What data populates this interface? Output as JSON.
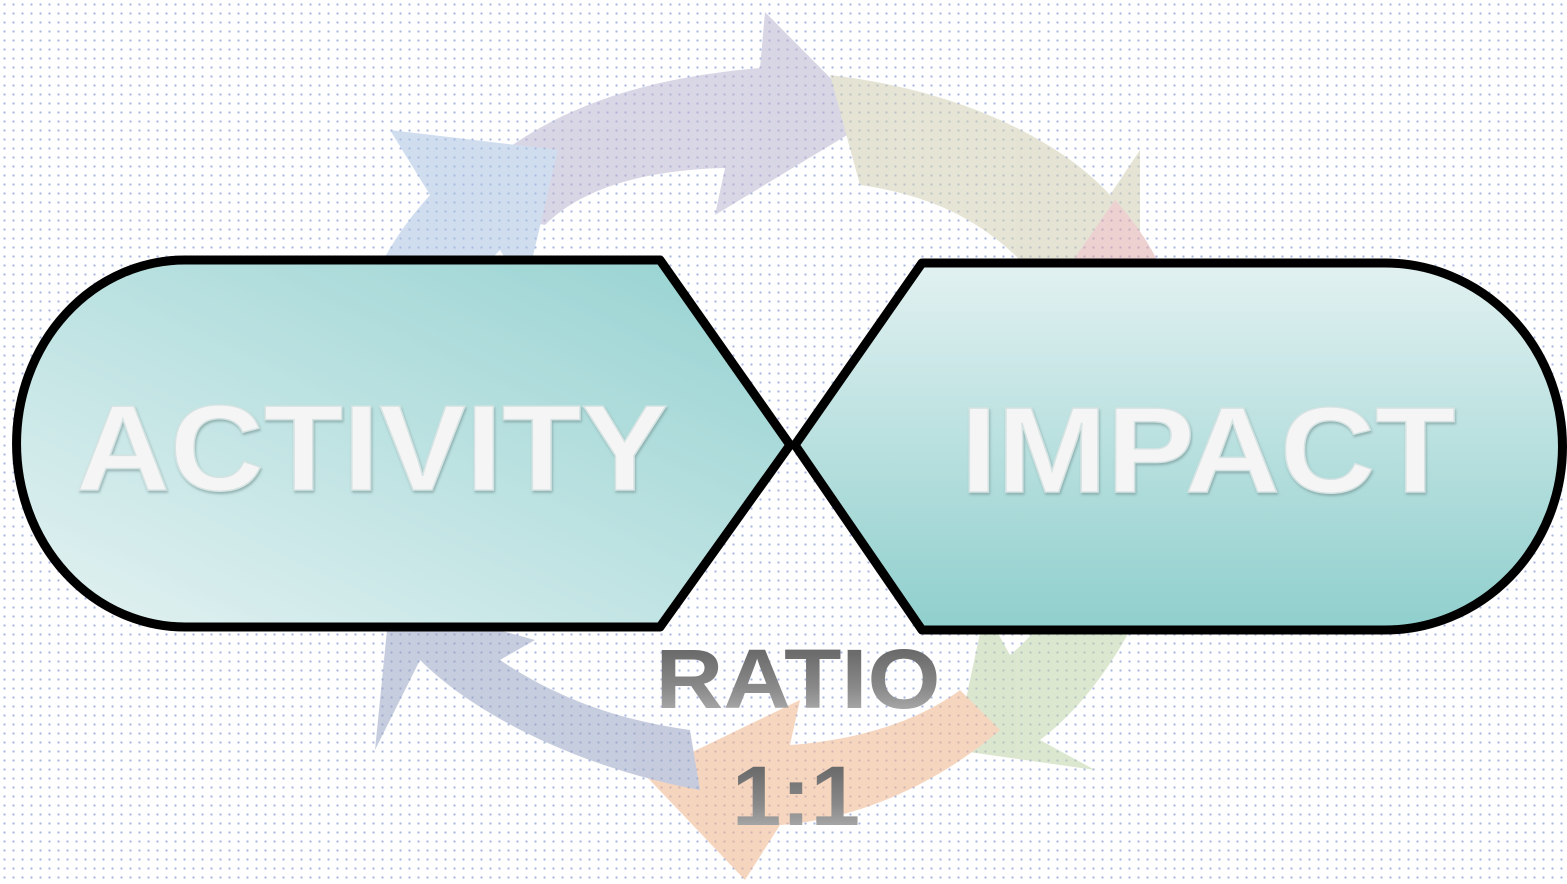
{
  "diagram": {
    "left_shape_label": "ACTIVITY",
    "right_shape_label": "IMPACT",
    "ratio_label": "RATIO",
    "ratio_value": "1:1"
  },
  "colors": {
    "shape_fill_dark": "#9fd6d5",
    "shape_fill_light": "#ddefef",
    "shape_outline": "#000000",
    "label_fill": "#f3f3f3",
    "ratio_text": "#6e6e6e",
    "cycle_arrows": [
      "#c9c6d8",
      "#dbdac6",
      "#e6c2c2",
      "#d0dcc2",
      "#f2c9ad",
      "#b9c1d6",
      "#c2d3e8"
    ]
  },
  "icons": {
    "background": "cycle-arrows-icon"
  }
}
